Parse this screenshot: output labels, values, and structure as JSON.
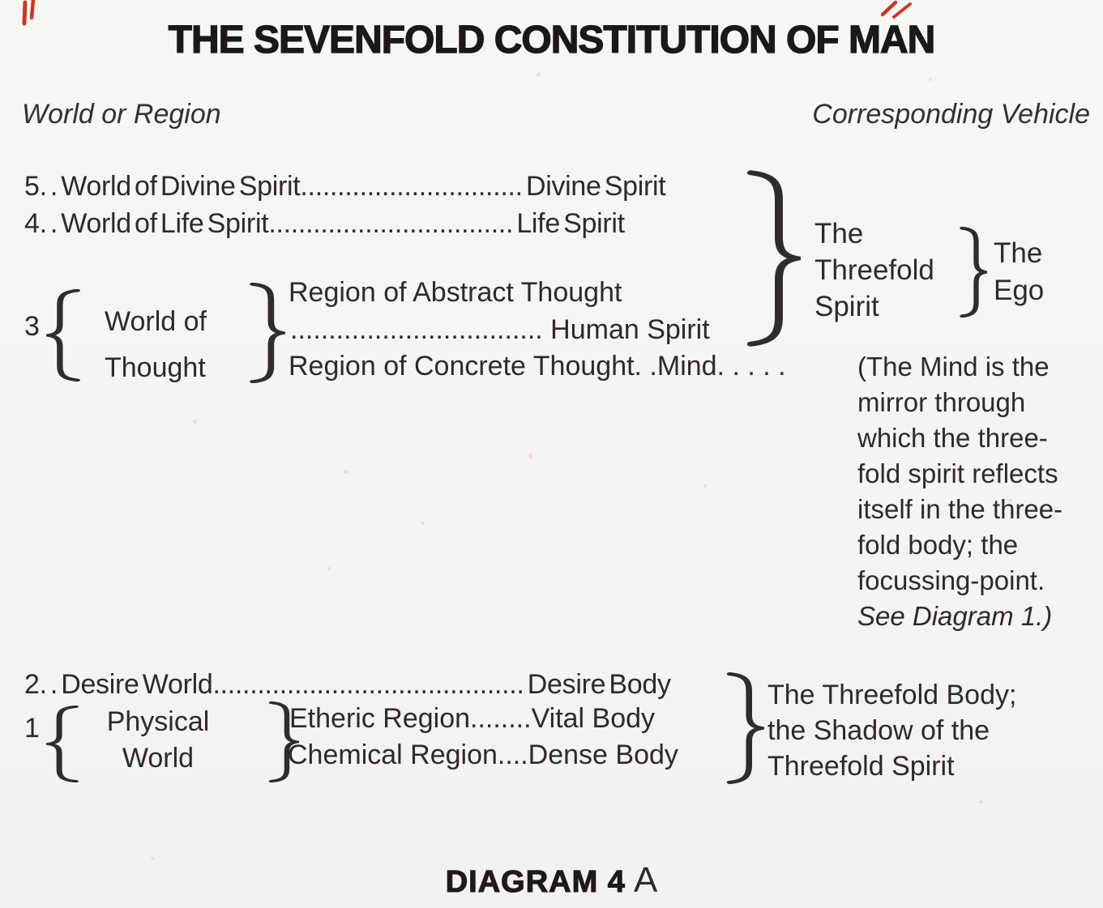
{
  "title": "THE SEVENFOLD CONSTITUTION OF MAN",
  "column_headers": {
    "left": "World or Region",
    "right": "Corresponding Vehicle"
  },
  "spirit_section": {
    "row5": "5. . World of Divine Spirit.............................. Divine Spirit",
    "row4": "4. . World of Life Spirit................................. Life Spirit",
    "threefold_spirit": {
      "line1": "The",
      "line2": "Threefold",
      "line3": "Spirit"
    },
    "ego": {
      "line1": "The",
      "line2": "Ego"
    }
  },
  "thought_section": {
    "number": "3",
    "world_line1": "World of",
    "world_line2": "Thought",
    "abstract_line": "Region of Abstract Thought",
    "human_spirit_line": "................................. Human Spirit",
    "concrete_line": "Region of Concrete Thought. .Mind. . . . ."
  },
  "mind_note": {
    "line1": "(The Mind is the",
    "line2": "mirror through",
    "line3": "which the three-",
    "line4": "fold spirit reflects",
    "line5": "itself in the three-",
    "line6": "fold body; the",
    "line7": "focussing-point.",
    "line8": "See Diagram 1.)"
  },
  "body_section": {
    "row2": "2. . Desire World.......................................... Desire Body",
    "number": "1",
    "world_line1": "Physical",
    "world_line2": "World",
    "etheric_line": "Etheric Region........Vital Body",
    "chemical_line": "Chemical Region....Dense Body",
    "threefold_body": {
      "line1": "The Threefold Body;",
      "line2": "the Shadow of the",
      "line3": "Threefold Spirit"
    }
  },
  "caption": {
    "bold": "DIAGRAM 4",
    "letter": "A"
  }
}
